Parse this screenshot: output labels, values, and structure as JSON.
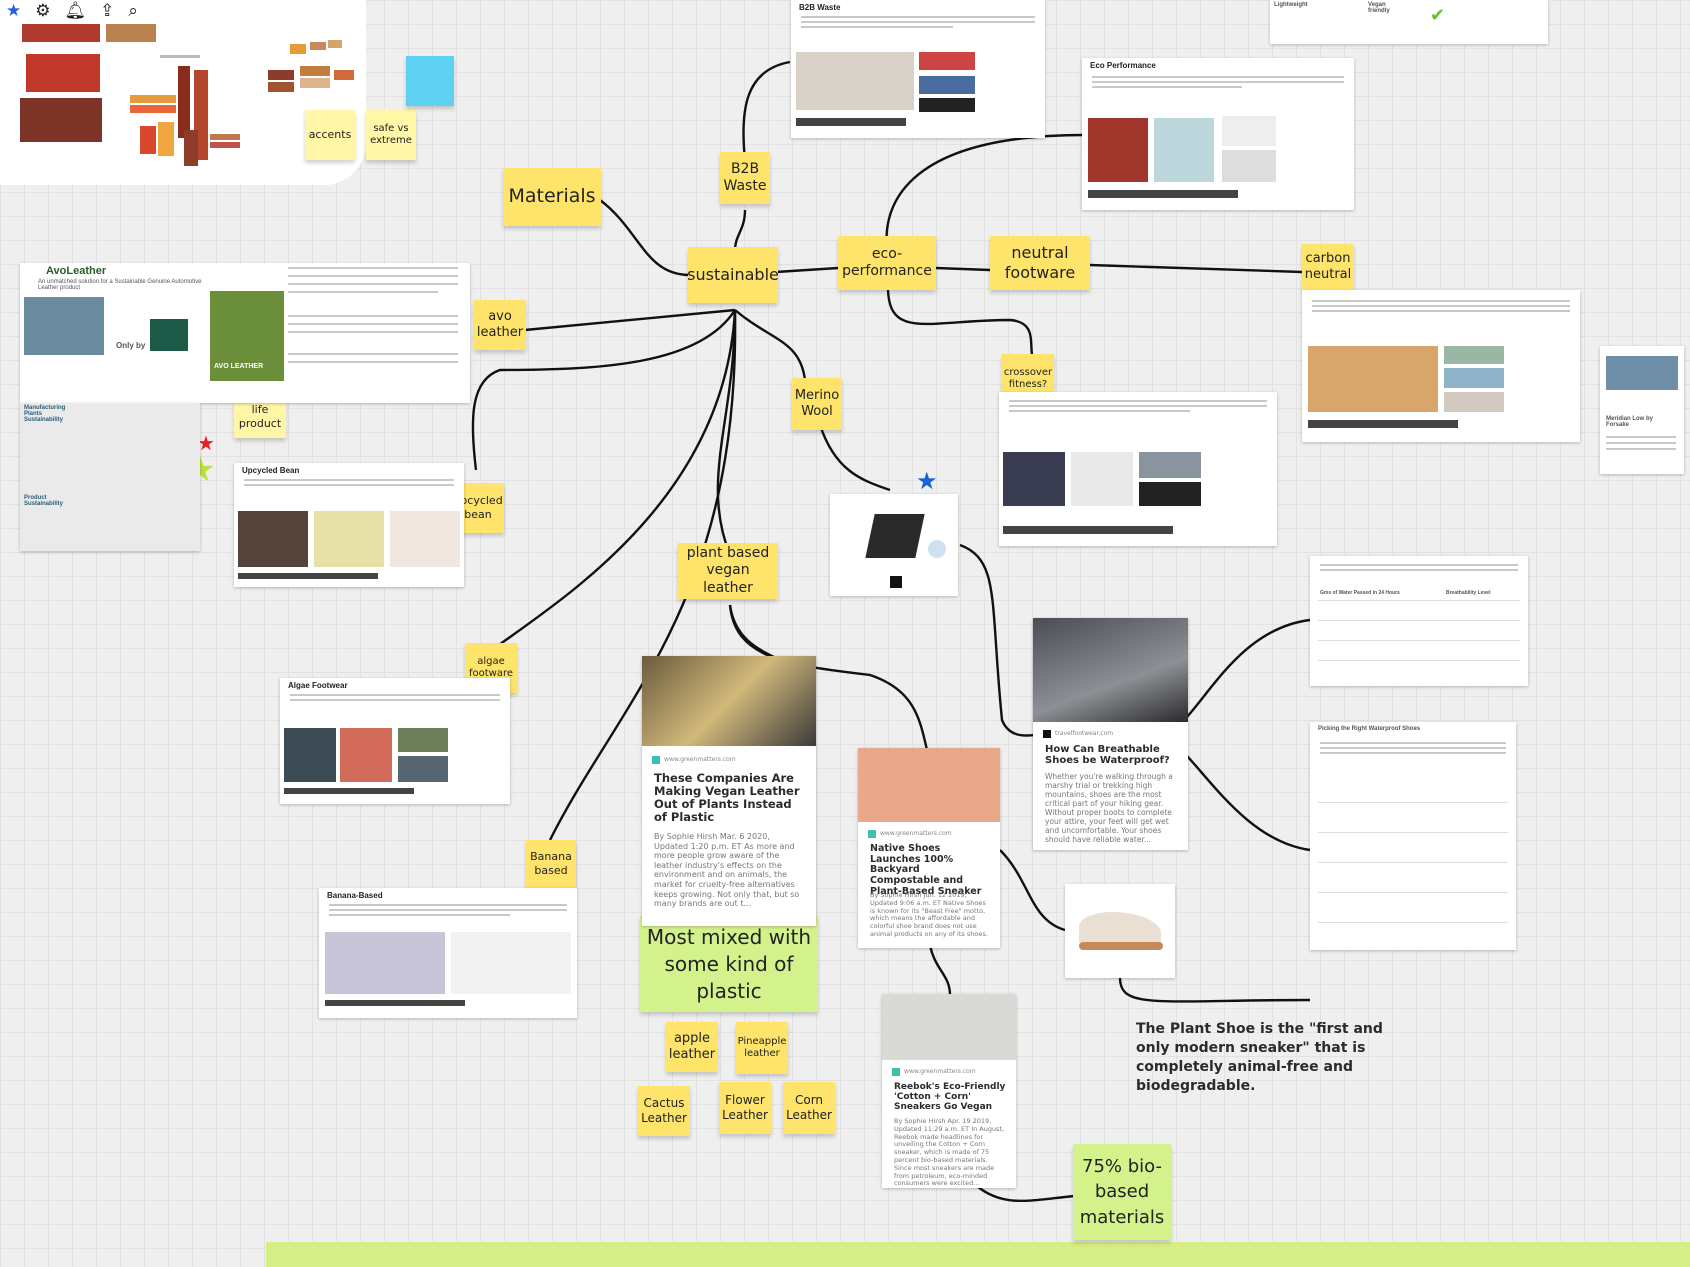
{
  "toolbar": {
    "items": [
      {
        "icon": "star-icon"
      },
      {
        "icon": "gear-icon"
      },
      {
        "icon": "bell-icon"
      },
      {
        "icon": "share-upload-icon"
      },
      {
        "icon": "search-icon"
      }
    ]
  },
  "stickies": {
    "materials": "Materials",
    "b2b_waste": "B2B Waste",
    "sustainable": "sustainable",
    "eco_performance": "eco-performance",
    "neutral_footware": "neutral footware",
    "carbon_neutral": "carbon neutral",
    "avo_leather": "avo leather",
    "end_of_life": "end of life product",
    "merino_wool": "Merino Wool",
    "crossover_fitness": "crossover fitness?",
    "upcycled_bean": "upcycled bean",
    "plant_based": "plant based vegan leather",
    "algae_footware": "algae footware",
    "banana_based": "Banana based",
    "most_mixed": "Most mixed with some kind of plastic",
    "apple_leather": "apple leather",
    "pineapple_leather": "Pineapple leather",
    "cactus_leather": "Cactus Leather",
    "flower_leather": "Flower Leather",
    "corn_leather": "Corn Leather",
    "bio_based": "75% bio-based materials",
    "accents": "accents",
    "safe_vs_extreme": "safe vs extreme"
  },
  "cards": {
    "b2b_waste": "B2B Waste",
    "eco_performance": "Eco Performance",
    "upcycled_bean": "Upcycled Bean",
    "algae_footwear": "Algae Footwear",
    "banana_based": "Banana-Based",
    "avo_leather_title": "AvoLeather",
    "avo_leather_sub": "An unmatched solution for a Sustainable Genuine Automotive Leather product",
    "avo_only_by": "Only by",
    "avo_side_1": "Manufacturing Plants Sustainability",
    "avo_side_2": "Product Sustainability",
    "avo_label": "AVO LEATHER",
    "table_col_1": "Gms of Water Passed in 24 Hours",
    "table_col_2": "Breathability Level",
    "waterproof_title": "Picking the Right Waterproof Shoes",
    "meridian_title": "Meridian Low by Forsake",
    "top_lightweight": "Lightweight",
    "top_vegan": "Vegan friendly"
  },
  "articles": {
    "vegan": {
      "source": "www.greenmatters.com",
      "title": "These Companies Are Making Vegan Leather Out of Plants Instead of Plastic",
      "body": "By Sophie Hirsh Mar. 6 2020, Updated 1:20 p.m. ET As more and more people grow aware of the leather industry's effects on the environment and on animals, the market for cruelty-free alternatives keeps growing. Not only that, but so many brands are out t..."
    },
    "native": {
      "source": "www.greenmatters.com",
      "title": "Native Shoes Launches 100% Backyard Compostable and Plant-Based Sneaker",
      "body": "By Sophie Hirsh Jun. 12 2019, Updated 9:06 a.m. ET Native Shoes is known for its \"Beast Free\" motto, which means the affordable and colorful shoe brand does not use animal products on any of its shoes."
    },
    "reebok": {
      "source": "www.greenmatters.com",
      "title": "Reebok's Eco-Friendly 'Cotton + Corn' Sneakers Go Vegan",
      "body": "By Sophie Hirsh Apr. 19 2019, Updated 11:29 a.m. ET In August, Reebok made headlines for unveiling the Cotton + Corn sneaker, which is made of 75 percent bio-based materials. Since most sneakers are made from petroleum, eco-minded consumers were excited..."
    },
    "breathable": {
      "source": "travelfootwear.com",
      "title": "How Can Breathable Shoes be Waterproof?",
      "body": "Whether you're walking through a marshy trial or trekking high mountains, shoes are the most critical part of your hiking gear. Without proper boots to complete your attire, your feet will get wet and uncomfortable. Your shoes should have reliable water..."
    }
  },
  "plant_shoe_text": "The Plant Shoe is the \"first and only modern sneaker\" that is completely animal-free and biodegradable.",
  "colors": {
    "sticky_yellow": "#fde272",
    "sticky_green": "#d4f28c",
    "sticky_blue": "#5ed1f3",
    "red_star": "#e8202a",
    "green_star": "#b8e33a",
    "blue_star": "#1463d8",
    "bottom_band": "#d6ee85"
  }
}
